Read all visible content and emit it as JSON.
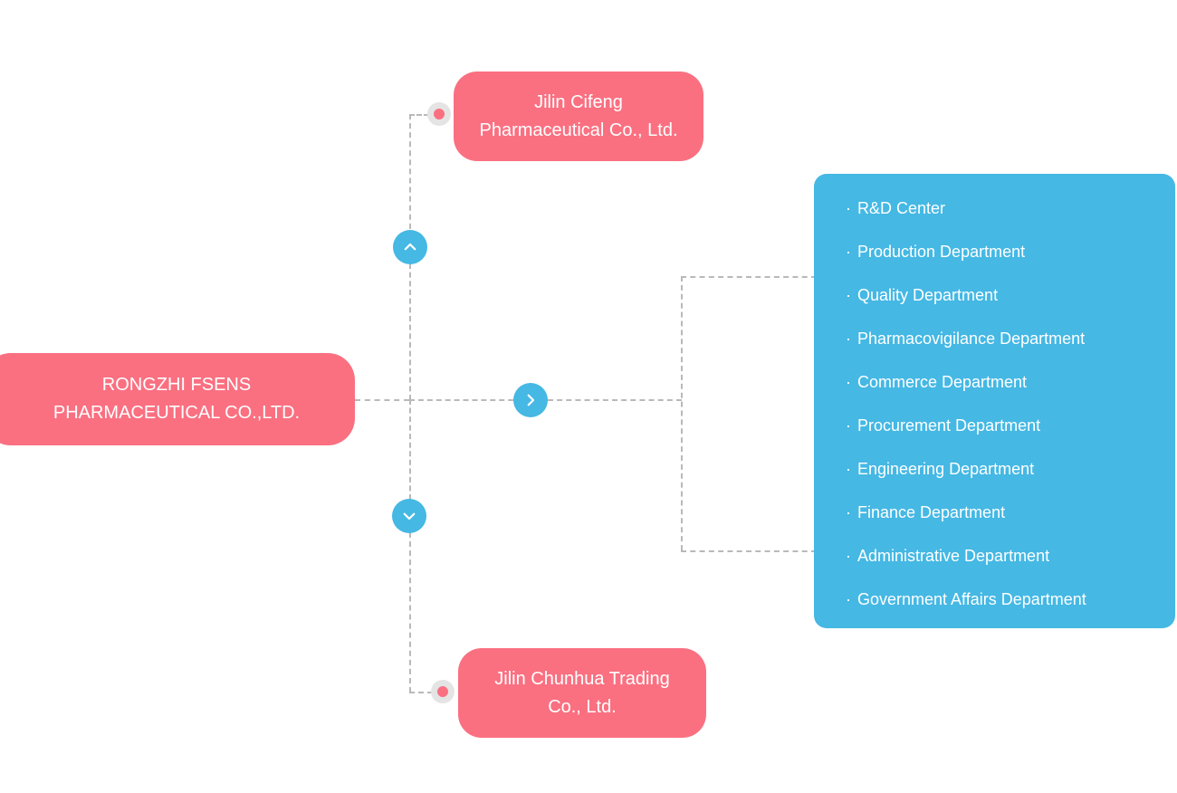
{
  "diagram": {
    "type": "organizational-chart",
    "colors": {
      "company_node": "#FA7081",
      "department_panel": "#45B8E4",
      "connector_line": "#b9b9b9",
      "connector_dot_ring": "#e4e4e4",
      "text": "#ffffff"
    }
  },
  "root": {
    "label": "RONGZHI FSENS PHARMACEUTICAL CO.,LTD."
  },
  "subsidiaries": [
    {
      "label": "Jilin Cifeng Pharmaceutical Co., Ltd."
    },
    {
      "label": "Jilin Chunhua Trading Co., Ltd."
    }
  ],
  "controls": {
    "collapse_up": "chevron-up",
    "expand_right": "chevron-right",
    "collapse_down": "chevron-down"
  },
  "departments": {
    "bullet": "·",
    "items": [
      "R&D Center",
      "Production Department",
      "Quality Department",
      "Pharmacovigilance Department",
      "Commerce Department",
      "Procurement Department",
      "Engineering Department",
      "Finance Department",
      "Administrative Department",
      "Government Affairs Department"
    ]
  }
}
